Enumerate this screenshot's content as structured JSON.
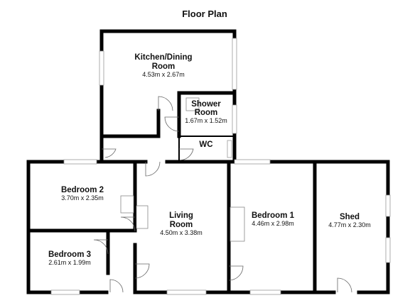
{
  "title": "Floor Plan",
  "rooms": {
    "kitchen": {
      "name_line1": "Kitchen/Dining",
      "name_line2": "Room",
      "dims": "4.53m x 2.67m"
    },
    "shower": {
      "name_line1": "Shower",
      "name_line2": "Room",
      "dims": "1.67m x 1.52m"
    },
    "wc": {
      "name": "WC"
    },
    "bedroom2": {
      "name": "Bedroom 2",
      "dims": "3.70m x 2.35m"
    },
    "bedroom3": {
      "name": "Bedroom 3",
      "dims": "2.61m x 1.99m"
    },
    "living": {
      "name_line1": "Living",
      "name_line2": "Room",
      "dims": "4.50m x 3.38m"
    },
    "bedroom1": {
      "name": "Bedroom 1",
      "dims": "4.46m x 2.98m"
    },
    "shed": {
      "name": "Shed",
      "dims": "4.77m x 2.30m"
    }
  }
}
